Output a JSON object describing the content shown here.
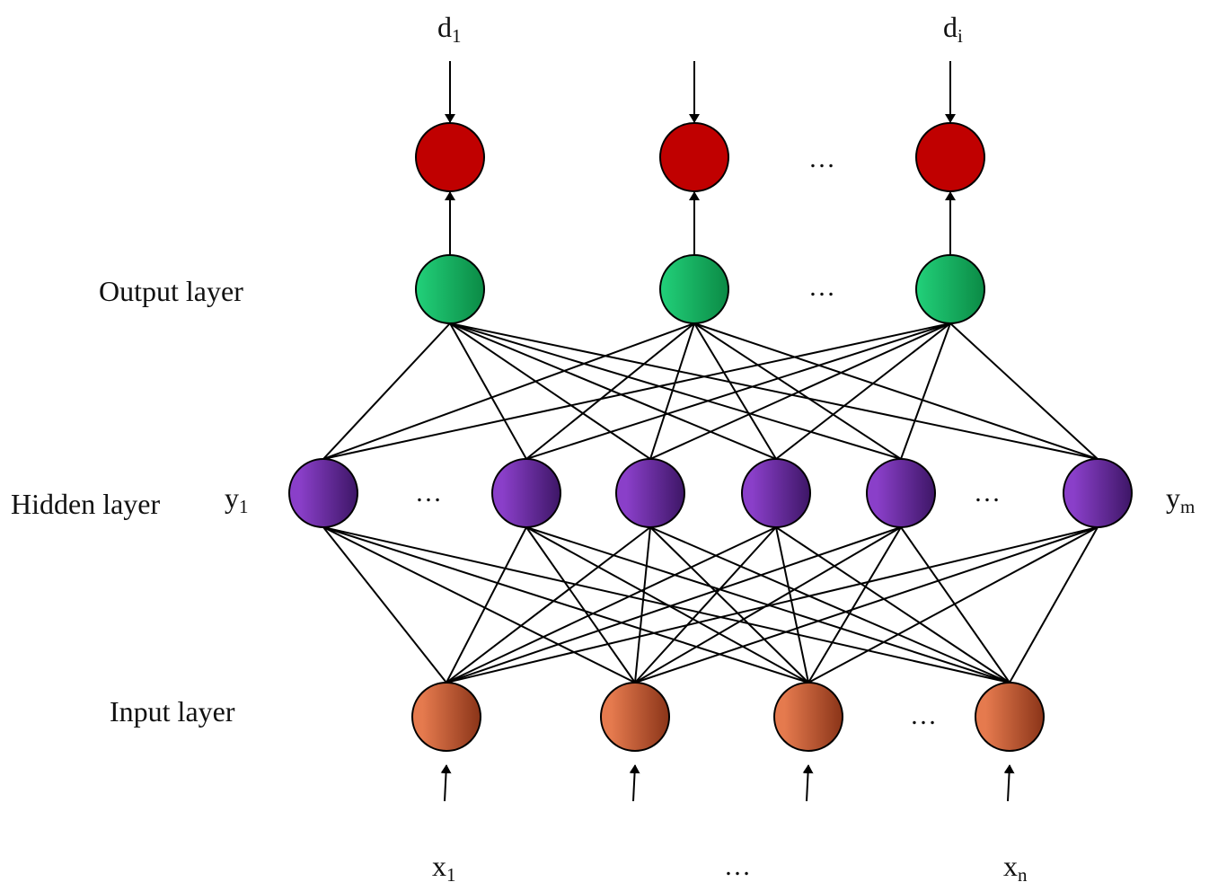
{
  "labels": {
    "output_layer": "Output layer",
    "hidden_layer": "Hidden layer",
    "input_layer": "Input layer"
  },
  "symbols": {
    "d_first": {
      "base": "d",
      "sub": "1"
    },
    "d_last": {
      "base": "d",
      "sub": "i"
    },
    "y_first": {
      "base": "y",
      "sub": "1"
    },
    "y_last": {
      "base": "y",
      "sub": "m"
    },
    "x_first": {
      "base": "x",
      "sub": "1"
    },
    "x_last": {
      "base": "x",
      "sub": "n"
    }
  },
  "ellipsis": "…",
  "colors": {
    "target_node": "#c00000",
    "output_node_light": "#22d17a",
    "output_node_dark": "#0b8a45",
    "hidden_node_light": "#8a3fc9",
    "hidden_node_dark": "#3d1666",
    "input_node_light": "#e57a4e",
    "input_node_dark": "#8a3418",
    "edge": "#000000"
  },
  "network": {
    "target_nodes": 3,
    "output_nodes": 3,
    "hidden_nodes": 6,
    "input_nodes": 4,
    "connectivity": "fully-connected"
  }
}
